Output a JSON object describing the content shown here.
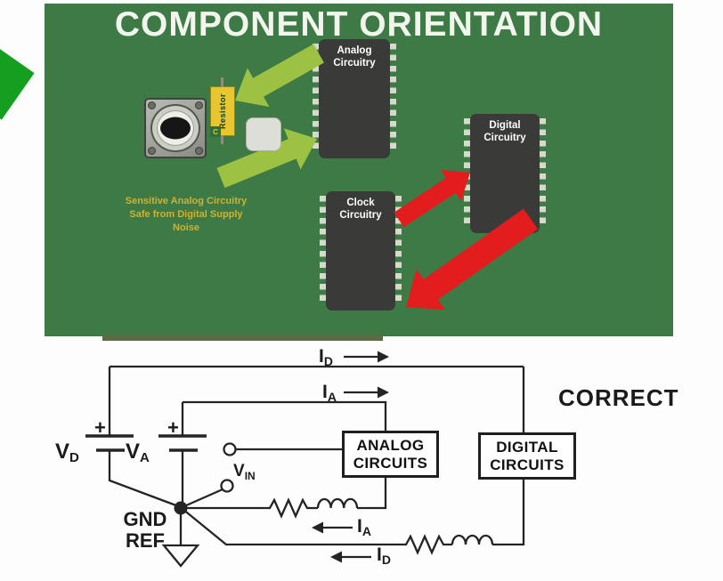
{
  "title": "COMPONENT ORIENTATION",
  "board": {
    "caption": "Sensitive Analog Circuitry\nSafe from Digital Supply\nNoise",
    "chips": {
      "analog": "Analog\nCircuitry",
      "clock": "Clock\nCircuitry",
      "digital": "Digital\nCircuitry"
    },
    "resistor_label": "Resistor",
    "resistor_marking": "C"
  },
  "schematic": {
    "correct": "CORRECT",
    "analog_box": "ANALOG\nCIRCUITS",
    "digital_box": "DIGITAL\nCIRCUITS",
    "gnd": "GND",
    "ref": "REF",
    "plus": "+",
    "i_main": "I",
    "i_sub_d": "D",
    "i_sub_a": "A",
    "v_main": "V",
    "v_sub_d": "D",
    "v_sub_a": "A",
    "v_sub_in": "IN"
  },
  "colors": {
    "board_green": "#3d7a45",
    "arrow_green": "#9dc243",
    "arrow_red": "#e31d1d",
    "accent_green": "#14a01e",
    "caption_yellow": "#d1b12e",
    "schematic_ink": "#242424"
  }
}
